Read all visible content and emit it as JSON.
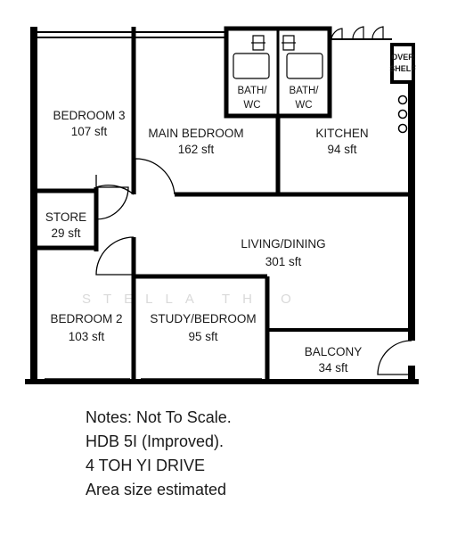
{
  "watermark": "STELLA THIO",
  "rooms": {
    "bedroom3": {
      "name": "BEDROOM 3",
      "area": "107 sft"
    },
    "main_bedroom": {
      "name": "MAIN BEDROOM",
      "area": "162 sft"
    },
    "bath1": {
      "line1": "BATH/",
      "line2": "WC"
    },
    "bath2": {
      "line1": "BATH/",
      "line2": "WC"
    },
    "kitchen": {
      "name": "KITCHEN",
      "area": "94 sft"
    },
    "overshelf": {
      "line1": "OVER",
      "line2": "SHELF"
    },
    "store": {
      "name": "STORE",
      "area": "29 sft"
    },
    "living_dining": {
      "name": "LIVING/DINING",
      "area": "301 sft"
    },
    "bedroom2": {
      "name": "BEDROOM 2",
      "area": "103 sft"
    },
    "study_bedroom": {
      "name": "STUDY/BEDROOM",
      "area": "95 sft"
    },
    "balcony": {
      "name": "BALCONY",
      "area": "34 sft"
    }
  },
  "notes": [
    "Notes: Not To Scale.",
    "HDB 5I (Improved).",
    "4 TOH YI DRIVE",
    "Area size estimated"
  ]
}
